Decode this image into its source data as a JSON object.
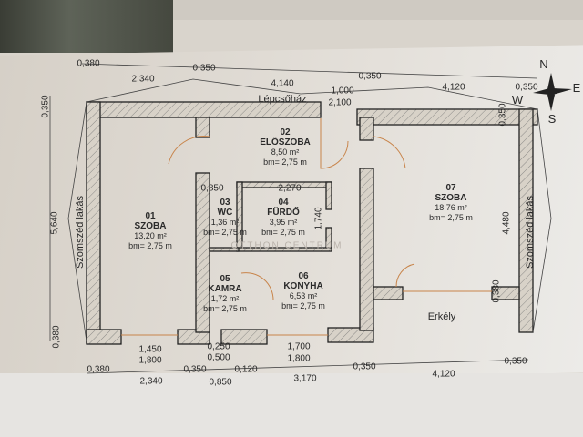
{
  "labels": {
    "stair": "Lépcsőház",
    "neighbor_left": "Szomszéd lakás",
    "neighbor_right": "Szomszéd lakás",
    "balcony": "Erkély",
    "watermark": "OTTHON CENTRUM"
  },
  "compass": {
    "n": "N",
    "e": "E",
    "s": "S",
    "w": "W"
  },
  "rooms": [
    {
      "num": "01",
      "name": "SZOBA",
      "area": "13,20 m²",
      "height": "bm= 2,75 m"
    },
    {
      "num": "02",
      "name": "ELŐSZOBA",
      "area": "8,50 m²",
      "height": "bm= 2,75 m"
    },
    {
      "num": "03",
      "name": "WC",
      "area": "1,36 m²",
      "height": "bm= 2,75 m"
    },
    {
      "num": "04",
      "name": "FÜRDŐ",
      "area": "3,95 m²",
      "height": "bm= 2,75 m"
    },
    {
      "num": "05",
      "name": "KAMRA",
      "area": "1,72 m²",
      "height": "bm= 2,75 m"
    },
    {
      "num": "06",
      "name": "KONYHA",
      "area": "6,53 m²",
      "height": "bm= 2,75 m"
    },
    {
      "num": "07",
      "name": "SZOBA",
      "area": "18,76 m²",
      "height": "bm= 2,75 m"
    }
  ],
  "dims": {
    "top": [
      "0,380",
      "2,340",
      "0,350",
      "4,140",
      "0,350",
      "1,000",
      "2,100",
      "4,120",
      "0,350"
    ],
    "left": [
      "0,350",
      "5,640",
      "0,380"
    ],
    "right": [
      "0,350",
      "4,480",
      "0,380"
    ],
    "inner": [
      "0,850",
      "2,270",
      "1,740"
    ],
    "bottom": [
      "1,450",
      "1,800",
      "0,250",
      "0,500",
      "1,700",
      "1,800",
      "0,380",
      "0,350",
      "0,120",
      "0,350",
      "0,350",
      "2,340",
      "0,850",
      "3,170",
      "4,120"
    ]
  }
}
